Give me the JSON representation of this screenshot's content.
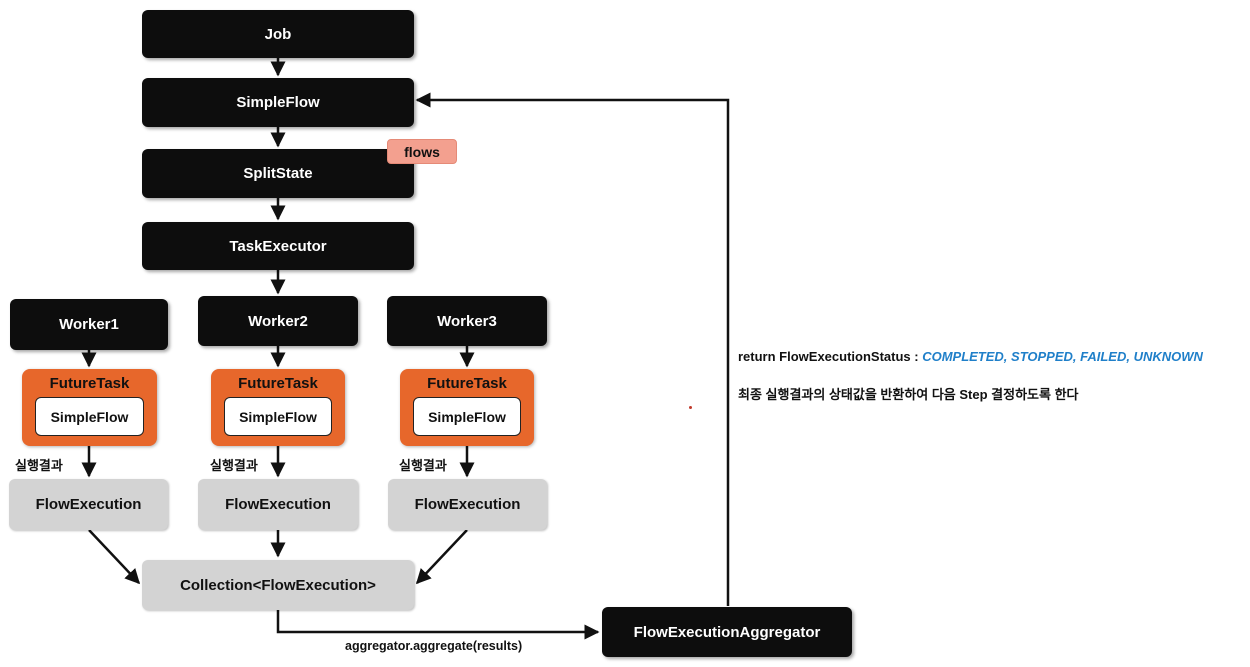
{
  "nodes": {
    "job": "Job",
    "simpleflow_top": "SimpleFlow",
    "splitstate": "SplitState",
    "flows_tag": "flows",
    "taskexecutor": "TaskExecutor",
    "workers": [
      {
        "name": "Worker1",
        "future": "FutureTask",
        "inner": "SimpleFlow",
        "result_label": "실행결과",
        "execution": "FlowExecution"
      },
      {
        "name": "Worker2",
        "future": "FutureTask",
        "inner": "SimpleFlow",
        "result_label": "실행결과",
        "execution": "FlowExecution"
      },
      {
        "name": "Worker3",
        "future": "FutureTask",
        "inner": "SimpleFlow",
        "result_label": "실행결과",
        "execution": "FlowExecution"
      }
    ],
    "collection": "Collection<FlowExecution>",
    "aggregator": "FlowExecutionAggregator"
  },
  "edge_labels": {
    "aggregate_call": "aggregator.aggregate(results)"
  },
  "notes": {
    "return_prefix": "return FlowExecutionStatus : ",
    "return_values": "COMPLETED, STOPPED, FAILED, UNKNOWN",
    "description": "최종 실행결과의 상태값을 반환하여 다음 Step 결정하도록 한다"
  },
  "colors": {
    "dark_box": "#0d0d0d",
    "future_task": "#e7672b",
    "flows_tag": "#f3a08f",
    "result_box": "#d3d3d3",
    "status_values": "#1f7fc9"
  }
}
